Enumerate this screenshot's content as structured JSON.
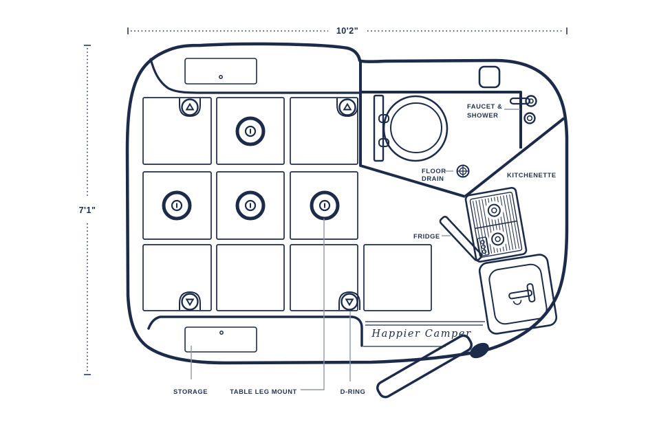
{
  "diagram": {
    "type": "camper-floor-plan",
    "brand_logo": "Happier Camper",
    "dimensions": {
      "width_label": "10'2\"",
      "height_label": "7'1\""
    },
    "labels": {
      "faucet_shower_line1": "FAUCET &",
      "faucet_shower_line2": "SHOWER",
      "floor_drain_line1": "FLOOR",
      "floor_drain_line2": "DRAIN",
      "kitchenette": "KITCHENETTE",
      "fridge": "FRIDGE",
      "storage": "STORAGE",
      "table_leg_mount": "TABLE LEG MOUNT",
      "d_ring": "D-RING"
    },
    "colors": {
      "line": "#1c2b49",
      "label_text": "#24334e",
      "leader_line": "#8d96a8",
      "background": "#ffffff"
    },
    "icons": {
      "table_leg_mount": "ring-with-slot-icon",
      "d_ring_up": "circle-triangle-up-icon",
      "d_ring_down": "circle-triangle-down-icon",
      "floor_drain": "drain-grate-icon",
      "faucet_shower": "faucet-and-showerhead-icon",
      "toilet": "toilet-top-view-icon",
      "stove": "two-burner-stove-icon",
      "sink": "sink-with-faucet-icon",
      "fridge": "fridge-handle-icon",
      "door": "open-door-icon",
      "vent": "roof-vent-icon",
      "storage_latch": "latch-dot-icon"
    }
  }
}
